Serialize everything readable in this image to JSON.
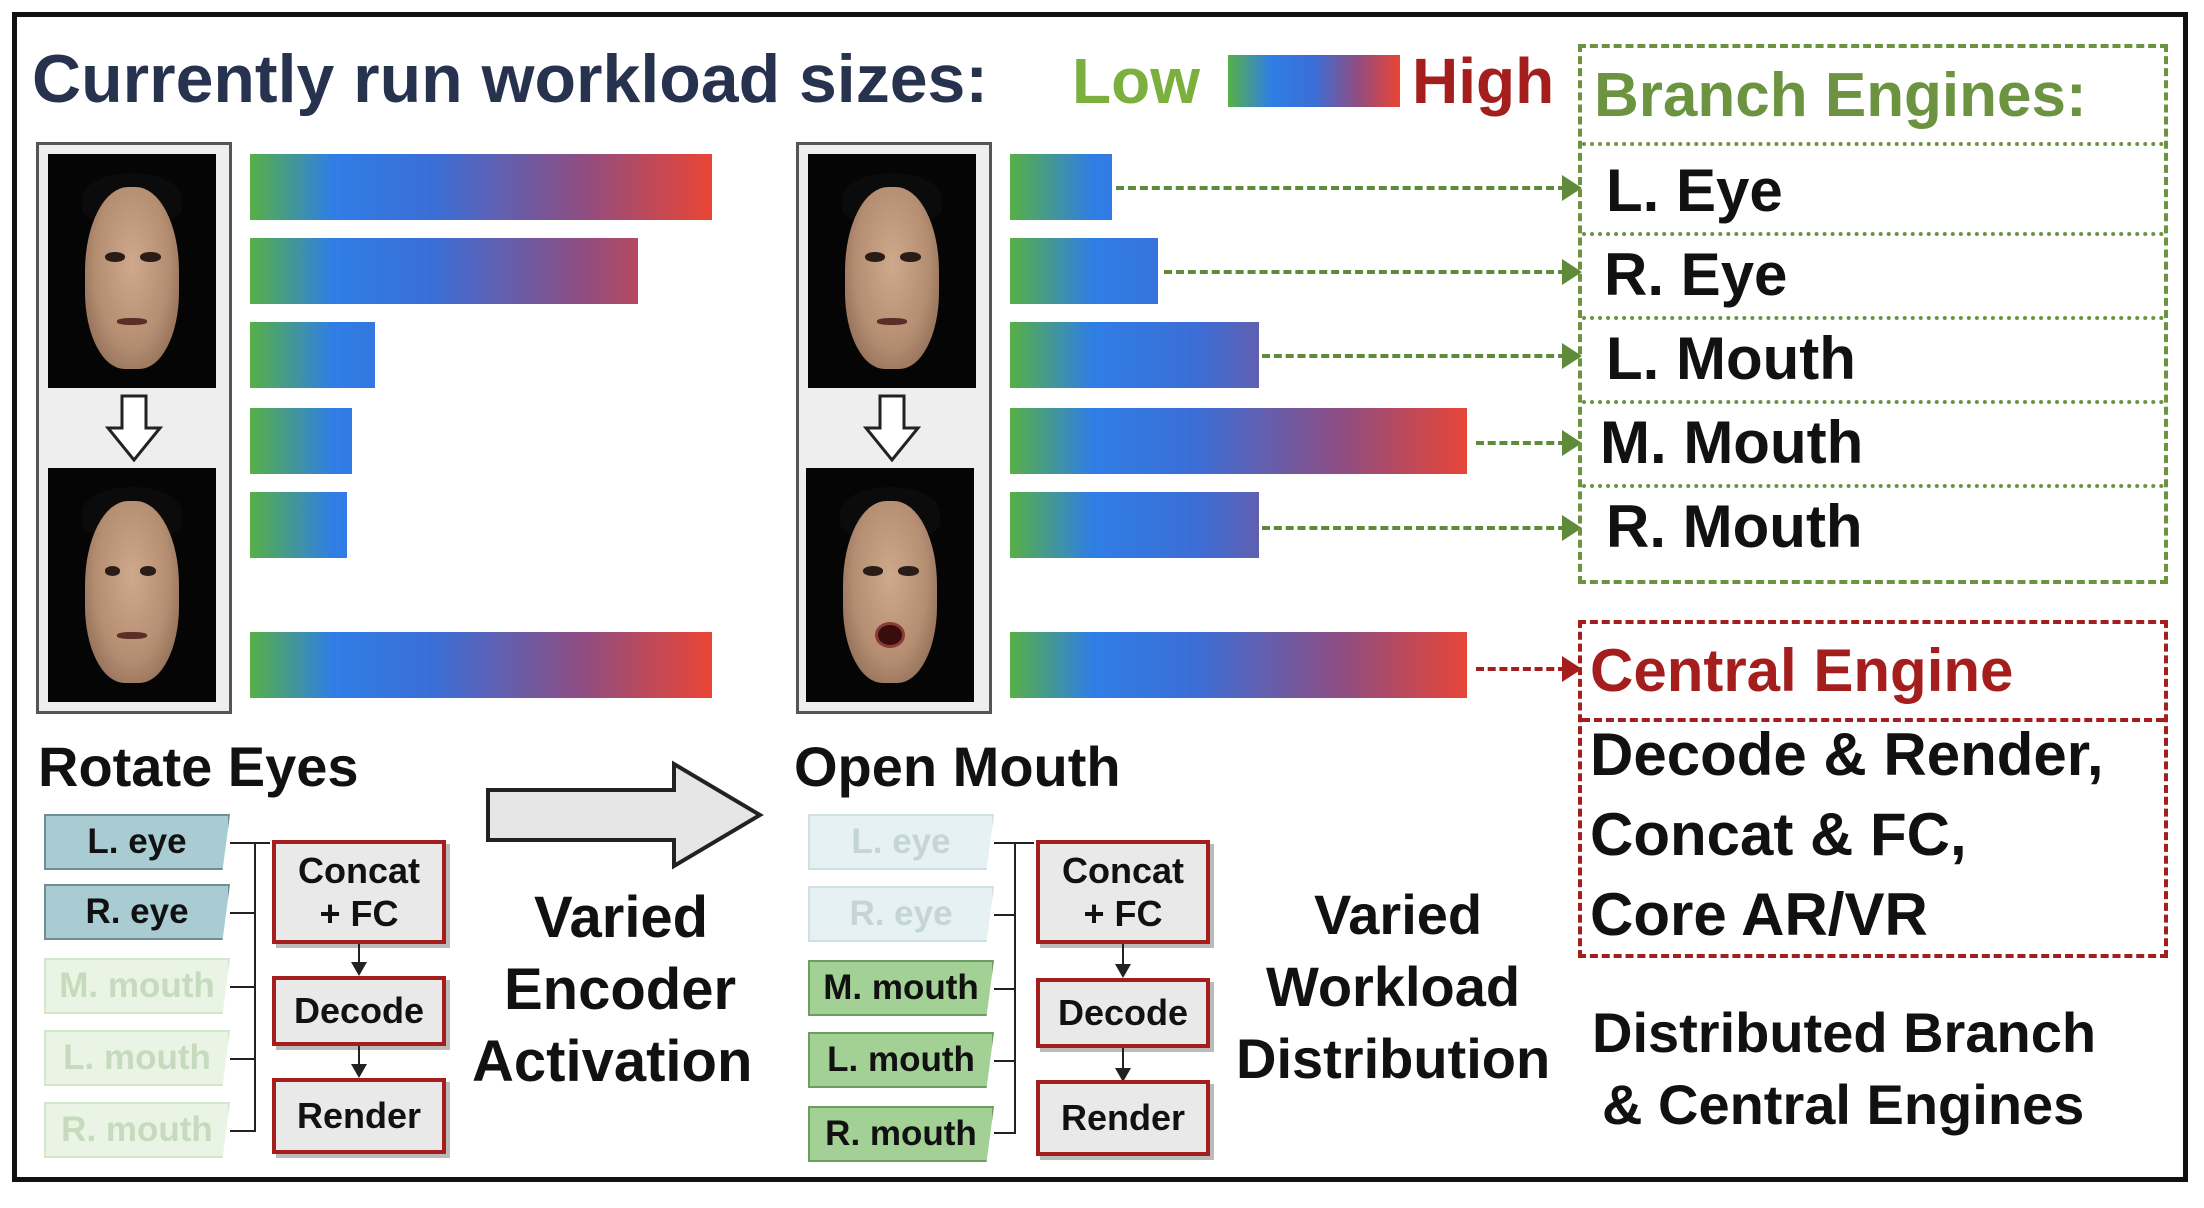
{
  "header": {
    "title": "Currently run workload sizes:",
    "low": "Low",
    "high": "High"
  },
  "colors": {
    "low": "#6b9a3a",
    "high": "#a41e1e",
    "title": "#27324f",
    "gradient": [
      "#57b046",
      "#2f7ee6",
      "#ea4534"
    ]
  },
  "left": {
    "caption": "Rotate Eyes",
    "workload_fractions": [
      1.0,
      0.84,
      0.27,
      0.22,
      0.21,
      1.0
    ],
    "encoders": [
      "L. eye",
      "R. eye",
      "M. mouth",
      "L. mouth",
      "R. mouth"
    ],
    "blocks": {
      "concat": "Concat\n+ FC",
      "decode": "Decode",
      "render": "Render"
    }
  },
  "middle": {
    "arrow_text": [
      "Varied",
      "Encoder",
      "Activation"
    ]
  },
  "right": {
    "caption": "Open Mouth",
    "workload_fractions": [
      0.22,
      0.32,
      0.54,
      0.99,
      0.54,
      0.99
    ],
    "encoders": [
      "L. eye",
      "R. eye",
      "M. mouth",
      "L. mouth",
      "R. mouth"
    ],
    "blocks": {
      "concat": "Concat\n+ FC",
      "decode": "Decode",
      "render": "Render"
    },
    "side_text": [
      "Varied",
      "Workload",
      "Distribution"
    ]
  },
  "engines": {
    "branch_title": "Branch Engines:",
    "branch": [
      "L. Eye",
      "R. Eye",
      "L. Mouth",
      "M. Mouth",
      "R. Mouth"
    ],
    "central_title": "Central Engine",
    "central_items": [
      "Decode & Render,",
      "Concat & FC,",
      "Core AR/VR"
    ],
    "footer": [
      "Distributed Branch",
      "& Central Engines"
    ]
  }
}
